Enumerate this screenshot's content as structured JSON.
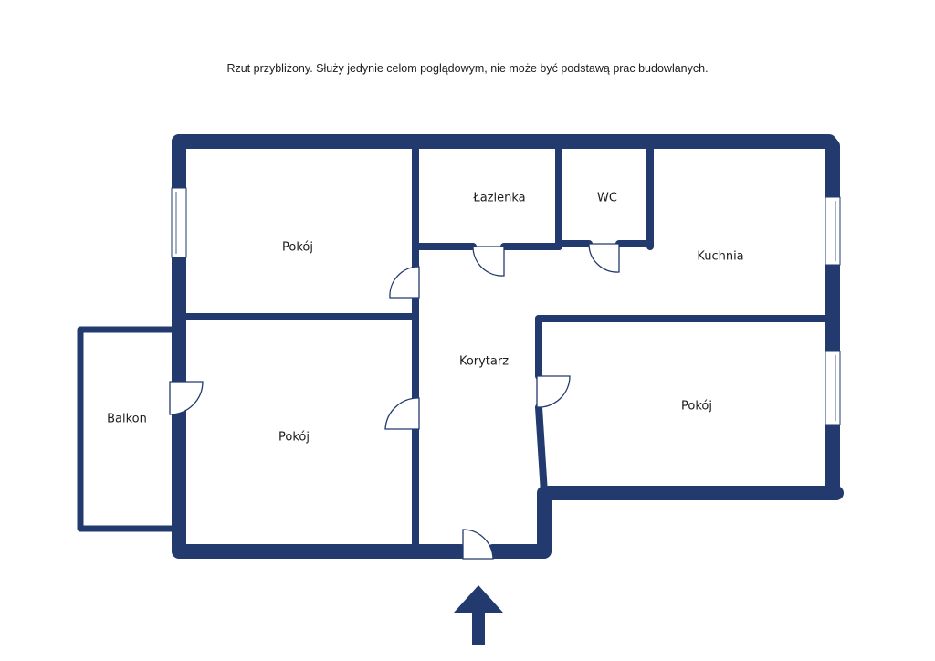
{
  "disclaimer": "Rzut przybliżony. Służy jedynie celom poglądowym, nie może być podstawą prac budowlanych.",
  "colors": {
    "wall": "#233a6e",
    "background": "#ffffff",
    "text": "#1c1c1c"
  },
  "rooms": [
    {
      "id": "pokoj-1",
      "label": "Pokój"
    },
    {
      "id": "lazienka",
      "label": "Łazienka"
    },
    {
      "id": "wc",
      "label": "WC"
    },
    {
      "id": "kuchnia",
      "label": "Kuchnia"
    },
    {
      "id": "korytarz",
      "label": "Korytarz"
    },
    {
      "id": "balkon",
      "label": "Balkon"
    },
    {
      "id": "pokoj-2",
      "label": "Pokój"
    },
    {
      "id": "pokoj-3",
      "label": "Pokój"
    }
  ],
  "entrance_icon": "arrow-up-icon"
}
